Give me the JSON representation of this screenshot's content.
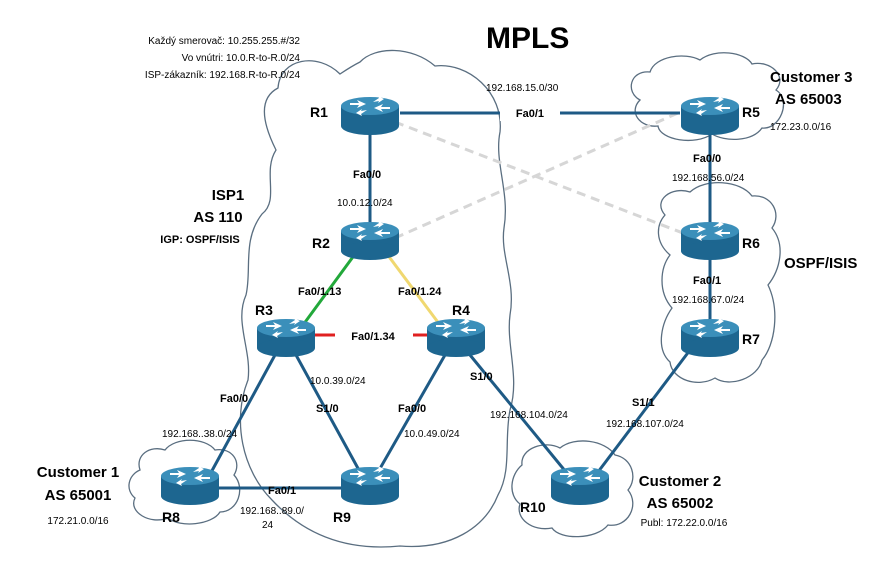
{
  "title": "MPLS",
  "notes": [
    "Každý smerovač: 10.255.255.#/32",
    "Vo vnútri: 10.0.R-to-R.0/24",
    "ISP-zákazník: 192.168.R-to-R.0/24"
  ],
  "isp": {
    "name": "ISP1",
    "as": "AS 110",
    "igp": "IGP: OSPF/ISIS"
  },
  "customers": [
    {
      "name": "Customer 1",
      "as": "AS 65001",
      "net": "172.21.0.0/16"
    },
    {
      "name": "Customer 2",
      "as": "AS 65002",
      "net": "Publ: 172.22.0.0/16"
    },
    {
      "name": "Customer 3",
      "as": "AS 65003",
      "net": "172.23.0.0/16"
    }
  ],
  "ospf_label": "OSPF/ISIS",
  "routers": [
    "R1",
    "R2",
    "R3",
    "R4",
    "R5",
    "R6",
    "R7",
    "R8",
    "R9",
    "R10"
  ],
  "interfaces": {
    "r1_fa00": "Fa0/0",
    "r1_fa01": "Fa0/1",
    "r2_fa0113": "Fa0/1.13",
    "r2_fa0124": "Fa0/1.24",
    "r3_fa0134": "Fa0/1.34",
    "r3_fa00": "Fa0/0",
    "r3_s10": "S1/0",
    "r4_fa00": "Fa0/0",
    "r4_s10": "S1/0",
    "r5_fa00": "Fa0/0",
    "r6_fa01": "Fa0/1",
    "r7_s11": "S1/1",
    "r9_fa01": "Fa0/1"
  },
  "networks": {
    "n15": "192.168.15.0/30",
    "n12": "10.0.12.0/24",
    "n56": "192.168.56.0/24",
    "n67": "192.168.67.0/24",
    "n39": "10.0.39.0/24",
    "n38": "192.168..38.0/24",
    "n104": "192.168.104.0/24",
    "n49": "10.0.49.0/24",
    "n107": "192.168.107.0/24",
    "n89a": "192.168..89.0/",
    "n89b": "24"
  },
  "colors": {
    "router_body": "#1d6690",
    "router_top": "#3b8fba",
    "link": "#1e5a85",
    "subif_green": "#22a83a",
    "subif_yellow": "#f0d870",
    "subif_red": "#e02020",
    "dashed": "#d6d6d6",
    "cloud_stroke": "#5a6e80"
  }
}
